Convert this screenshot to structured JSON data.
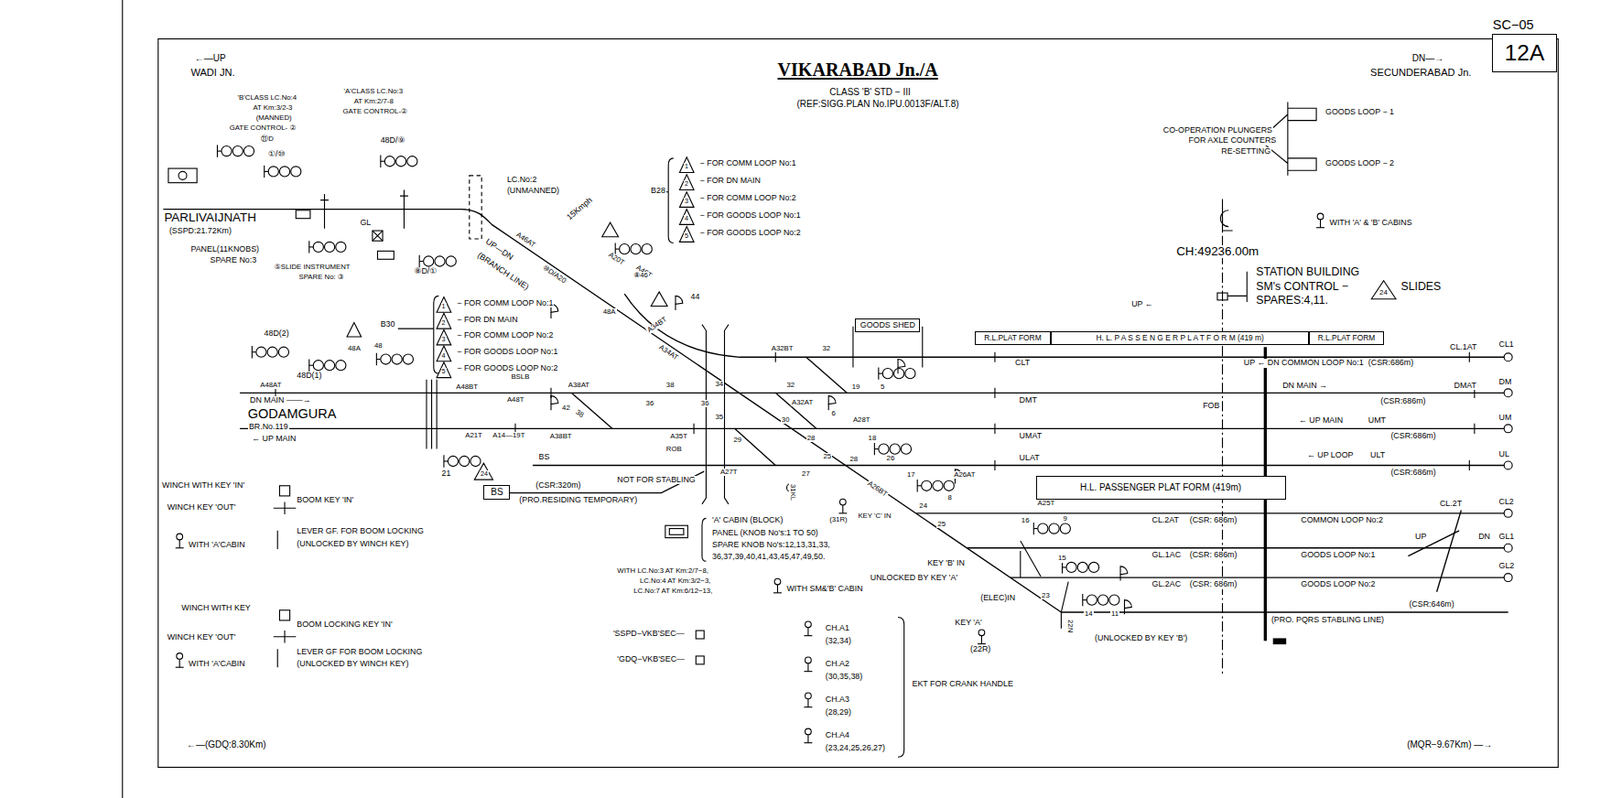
{
  "diagram": {
    "title": "VIKARABAD Jn./A",
    "nodes": [
      {
        "text": [
          "12A"
        ]
      },
      {
        "text": [
          "GOODS SHED"
        ]
      },
      {
        "text": [
          "BS"
        ]
      },
      {
        "text": [
          "H.L. PASSENGER PLAT FORM (419m)"
        ]
      },
      {
        "text": [
          "R.L.PLAT FORM"
        ]
      },
      {
        "text": [
          "H. L. P A S S E N G E R P L A T F O R M (419 m)"
        ]
      },
      {
        "text": [
          "R.L.PLAT FORM"
        ]
      }
    ],
    "labels": [
      "SC−05",
      "CLASS 'B' STD − III",
      "(REF:SIGG.PLAN No.IPU.0013F/ALT.8)",
      "←—UP",
      "WADI JN.",
      "DN—→",
      "SECUNDERABAD Jn.",
      "'B'CLASS LC.No:4",
      "AT Km:3/2-3",
      "(MANNED)",
      "GATE CONTROL- ②",
      "'A'CLASS LC.No:3",
      "AT Km:2/7-8",
      "GATE CONTROL-②",
      "48D/⑨",
      "⑪D",
      "①/⑩",
      "PARLIVAIJNATH",
      "(SSPD:21.72Km)",
      "PANEL(11KNOBS)",
      "SPARE No:3",
      "GL",
      "⑤SLIDE INSTRUMENT",
      "SPARE No: ③",
      "⑧D/①",
      "LC.No:2",
      "(UNMANNED)",
      "UP—DN",
      "(BRANCH LINE)",
      "A46AT",
      "15Kmph",
      "B28",
      "⑩D/A20",
      "A20T",
      "A46T",
      "48A",
      "⑧46",
      "44",
      "A34BT",
      "A34AT",
      "B30",
      "48D(2)",
      "48D(1)",
      "48A",
      "48",
      "A48AT",
      "DN MAIN ——→",
      "A48BT",
      "A48T",
      "BSLB",
      "A38AT",
      "42",
      "GODAMGURA",
      "BR.No.119",
      "← UP MAIN",
      "A21T",
      "A14—19T",
      "21",
      "38",
      "38",
      "36",
      "A38BT",
      "A35T",
      "ROB",
      "BS",
      "NOT FOR STABLING",
      "(CSR:320m)",
      "(PRO.RESIDING TEMPORARY)",
      "A32BT",
      "32",
      "34",
      "36",
      "32",
      "19",
      "5",
      "A32AT",
      "6",
      "35",
      "30",
      "A28T",
      "18",
      "29",
      "28",
      "28",
      "A27T",
      "27",
      "25",
      "26",
      "17",
      "A26AT",
      "8",
      "A26BT",
      "24",
      "25",
      "31KL",
      "(31R)",
      "KEY 'C' IN",
      "'A' CABIN (BLOCK)",
      "PANEL (KNOB No's:1 TO 50)",
      "SPARE KNOB No's:12,13,31,33,",
      "36,37,39,40,41,43,45,47,49,50.",
      "GOODS LOOP − 1",
      "GOODS LOOP − 2",
      "CO-OPERATION PLUNGERS",
      "FOR AXLE COUNTERS",
      "RE-SETTING",
      "CH:49236.00m",
      "WITH 'A' & 'B' CABINS",
      "STATION BUILDING",
      "SM's CONTROL −",
      "24",
      "SLIDES",
      "SPARES:4,11.",
      "UP ←",
      "CLT",
      "UP ← DN COMMON LOOP No:1",
      "(CSR:686m)",
      "CL.1AT",
      "CL1",
      "DMT",
      "DN MAIN →",
      "DMAT",
      "DM",
      "FOB",
      "(CSR:686m)",
      "UMAT",
      "← UP MAIN",
      "UMT",
      "UM",
      "(CSR:686m)",
      "ULAT",
      "← UP LOOP",
      "ULT",
      "UL",
      "(CSR:686m)",
      "A25T",
      "16",
      "9",
      "CL.2AT",
      "(CSR: 686m)",
      "COMMON LOOP No:2",
      "CL.2T",
      "CL2",
      "UP",
      "DN",
      "GL.1AC",
      "(CSR: 686m)",
      "GOODS LOOP No:1",
      "GL1",
      "15",
      "GL.2AC",
      "(CSR: 686m)",
      "GOODS LOOP No:2",
      "GL2",
      "14",
      "11",
      "23",
      "(CSR:646m)",
      "(PRO. PQRS STABLING LINE)",
      "22N",
      "(UNLOCKED BY KEY 'B')",
      "KEY 'B' IN",
      "UNLOCKED BY KEY 'A'",
      "(ELEC)IN",
      "KEY 'A'",
      "(22R)",
      "WITH LC.No:3 AT Km:2/7−8,",
      "LC.No:4 AT Km:3/2−3,",
      "LC.No:7 AT Km:6/12−13,",
      "WITH SM&'B' CABIN",
      "'SSPD−VKB'SEC—",
      "'GDQ−VKB'SEC—",
      "CH.A1",
      "(32,34)",
      "CH.A2",
      "(30,35,38)",
      "CH.A3",
      "(28,29)",
      "CH.A4",
      "(23,24,25,26,27)",
      "EKT FOR CRANK HANDLE",
      "WINCH WITH KEY 'IN'",
      "WINCH KEY 'OUT'",
      "BOOM KEY 'IN'",
      "LEVER GF. FOR BOOM LOCKING",
      "(UNLOCKED BY WINCH KEY)",
      "WITH 'A'CABIN",
      "WINCH WITH KEY",
      "BOOM LOCKING KEY 'IN'",
      "WINCH KEY 'OUT'",
      "LEVER GF FOR BOOM LOCKING",
      "(UNLOCKED BY WINCH KEY)",
      "WITH 'A'CABIN",
      "←—(GDQ:8.30Km)",
      "(MQR−9.67Km) —→",
      "− FOR COMM LOOP No:1",
      "− FOR DN MAIN",
      "− FOR COMM LOOP No:2",
      "− FOR GOODS LOOP No:1",
      "− FOR GOODS LOOP No:2",
      "1",
      "2",
      "3",
      "4",
      "5",
      "− FOR COMM LOOP No:1",
      "− FOR DN MAIN",
      "− FOR COMM LOOP No:2",
      "− FOR GOODS LOOP No:1",
      "− FOR GOODS LOOP No:2",
      "1",
      "2",
      "3",
      "4",
      "5",
      "24"
    ]
  }
}
